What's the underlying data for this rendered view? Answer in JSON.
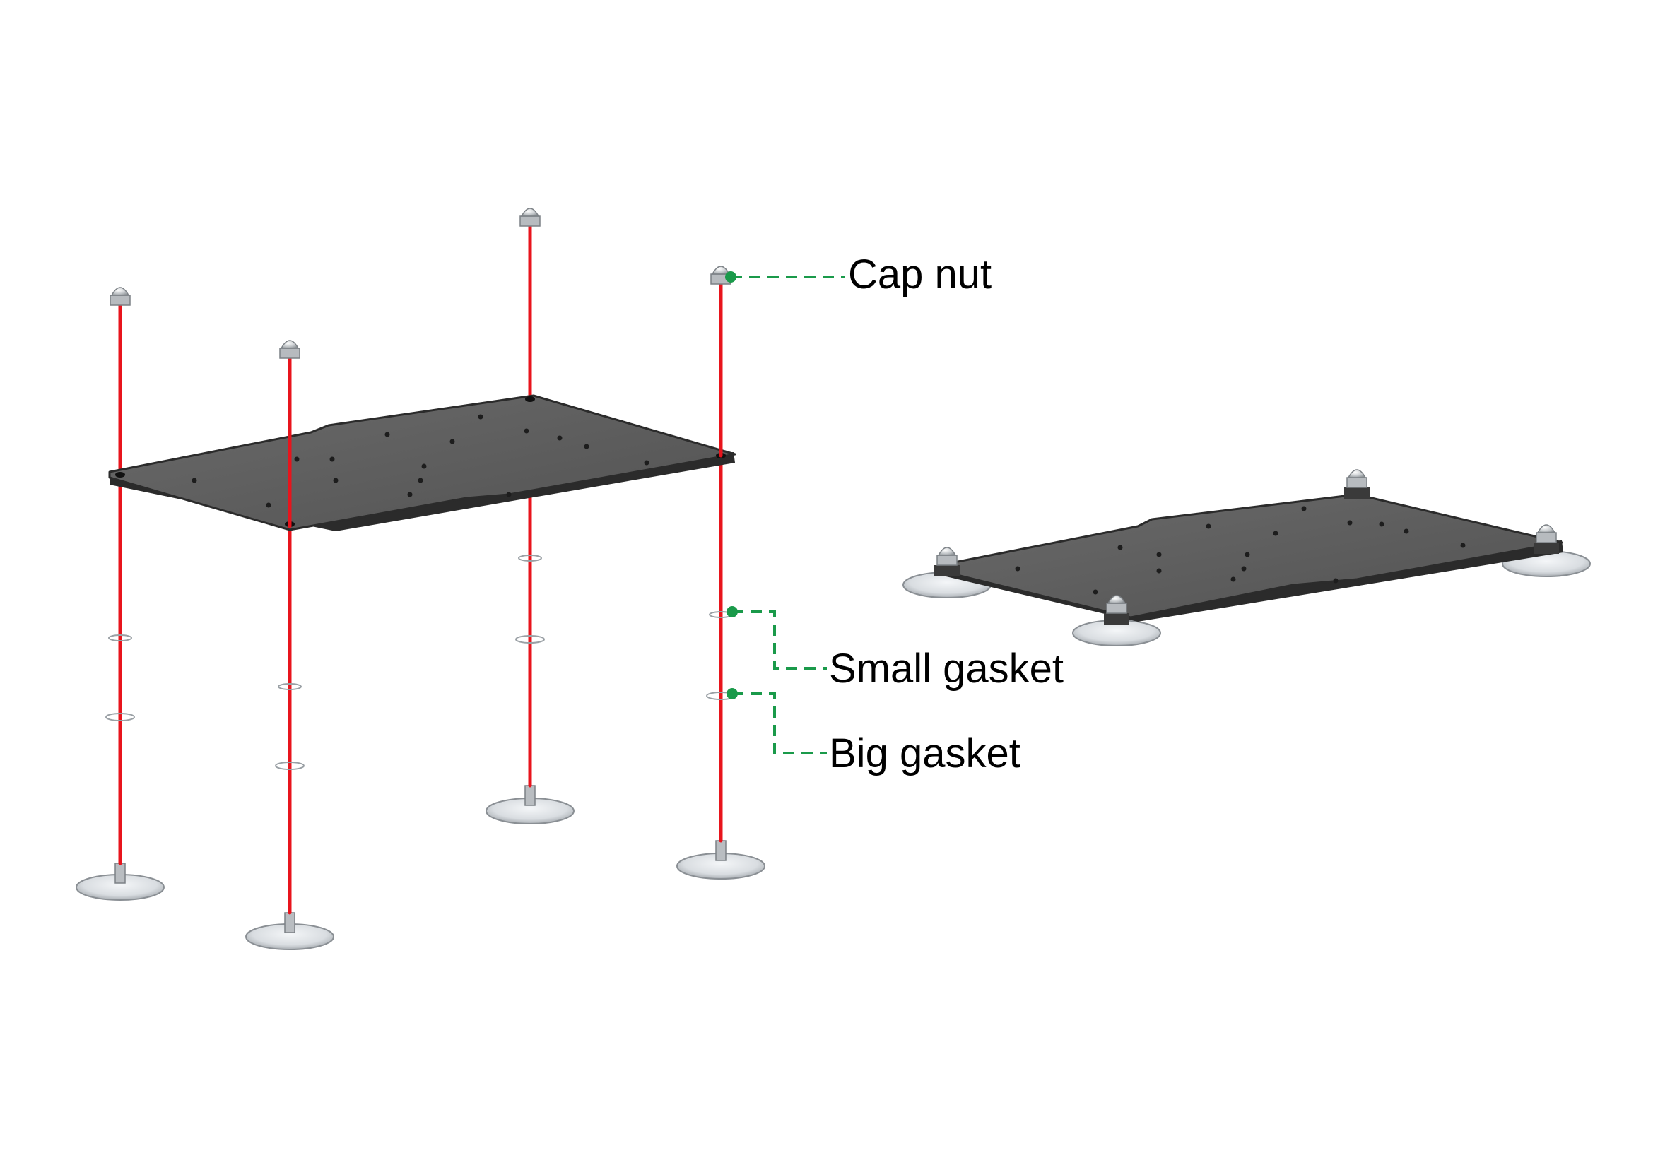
{
  "labels": {
    "cap_nut": "Cap nut",
    "small_gasket": "Small gasket",
    "big_gasket": "Big gasket"
  },
  "colors": {
    "background": "#ffffff",
    "plate": "#5e5e5e",
    "plate_edge": "#2b2b2b",
    "rod": "#e8141c",
    "leader": "#1a9a4a",
    "label_text": "#000000",
    "metal": "#c9cdd1"
  },
  "icons": [
    "cap-nut-icon",
    "suction-cup-icon",
    "gasket-icon"
  ]
}
